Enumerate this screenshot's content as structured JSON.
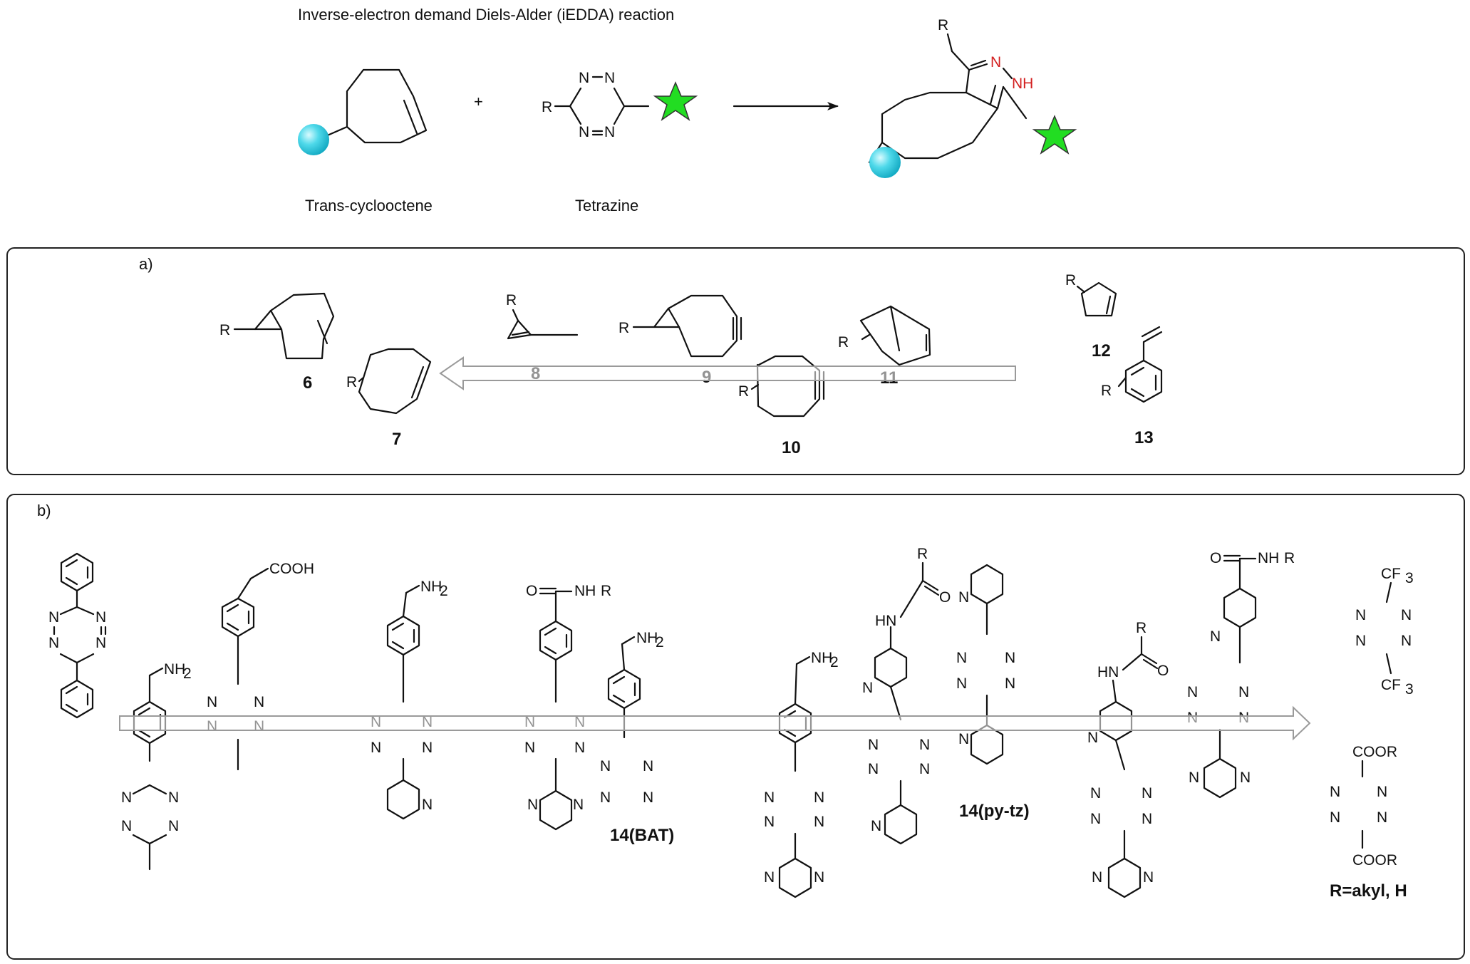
{
  "header": {
    "title": "Inverse-electron demand Diels-Alder (iEDDA) reaction",
    "tco_label": "Trans-cyclooctene",
    "tetrazine_label": "Tetrazine",
    "plus": "+"
  },
  "panel_a": {
    "label": "a)",
    "compounds": [
      "6",
      "7",
      "8",
      "9",
      "10",
      "11",
      "12",
      "13"
    ]
  },
  "panel_b": {
    "label": "b)",
    "names": [
      "14(BAT)",
      "14(py-tz)",
      "R=akyl, H"
    ],
    "groups": [
      "COOH",
      "NHR",
      "CF3",
      "COOR"
    ]
  },
  "atoms": {
    "N": "N",
    "NH": "NH",
    "HN": "HN",
    "NH2": "NH",
    "sub2": "2",
    "sub3": "3",
    "R": "R",
    "O": "O",
    "CF": "CF",
    "COOR": "COOR",
    "COOH": "COOH"
  },
  "colors": {
    "bead": "#30d2e6",
    "star": "#22dd22",
    "pyrazole_n": "#d32020",
    "gradient_arrow": "#9a9a9a"
  }
}
